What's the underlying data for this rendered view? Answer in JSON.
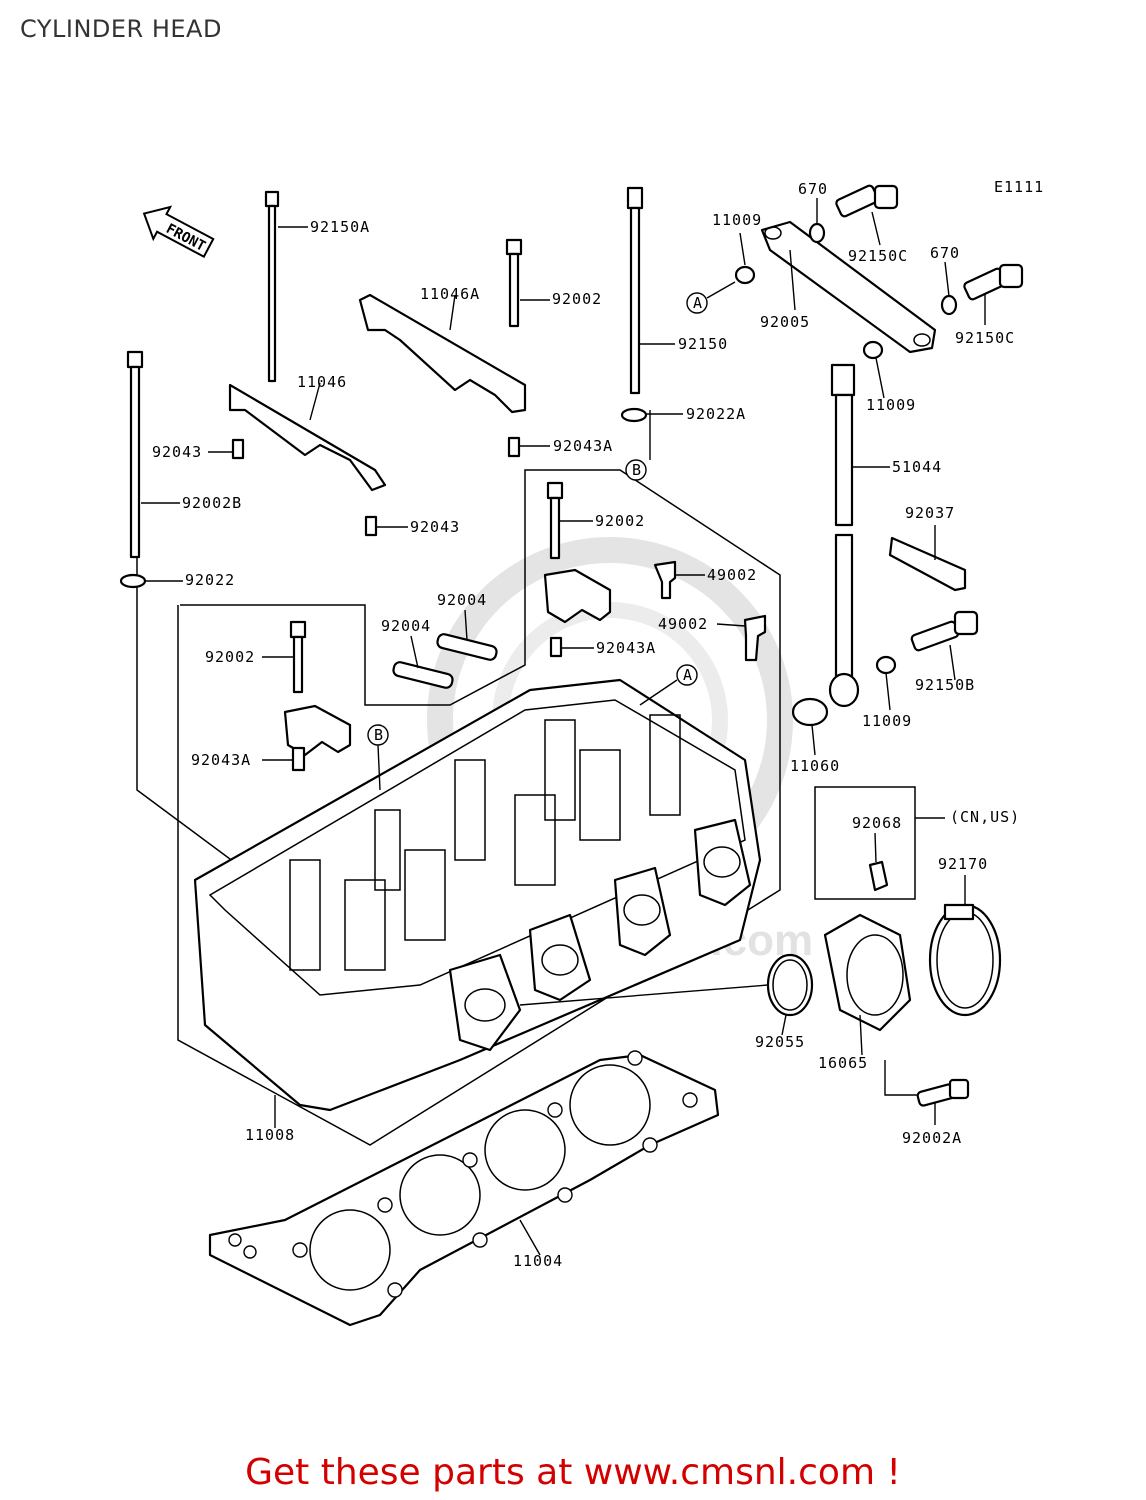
{
  "title": "CYLINDER HEAD",
  "diagram_code": "E1111",
  "front_marker": "FRONT",
  "watermark": "www.cmsnl.com",
  "callouts": {
    "c_92150A": "92150A",
    "c_11046A": "11046A",
    "c_92002_top": "92002",
    "c_11046": "11046",
    "c_92043_left": "92043",
    "c_92043_mid": "92043",
    "c_92043A_top": "92043A",
    "c_92002B": "92002B",
    "c_92022": "92022",
    "c_92150": "92150",
    "c_92022A": "92022A",
    "c_11009_top": "11009",
    "c_670_top": "670",
    "c_92150C_top": "92150C",
    "c_670_right": "670",
    "c_92150C_right": "92150C",
    "c_92005": "92005",
    "c_11009_mid": "11009",
    "c_51044": "51044",
    "c_92002_center": "92002",
    "c_49002_a": "49002",
    "c_49002_b": "49002",
    "c_92004_a": "92004",
    "c_92004_b": "92004",
    "c_92043A_center": "92043A",
    "c_92002_left": "92002",
    "c_92043A_left": "92043A",
    "c_92037": "92037",
    "c_92150B": "92150B",
    "c_11009_low": "11009",
    "c_11060": "11060",
    "c_92068": "92068",
    "c_cnus": "(CN,US)",
    "c_92170": "92170",
    "c_92055": "92055",
    "c_16065": "16065",
    "c_92002A": "92002A",
    "c_11008": "11008",
    "c_11004": "11004"
  },
  "markers": {
    "a1": "A",
    "a2": "A",
    "b1": "B",
    "b2": "B"
  },
  "footer": "Get these parts at www.cmsnl.com !"
}
